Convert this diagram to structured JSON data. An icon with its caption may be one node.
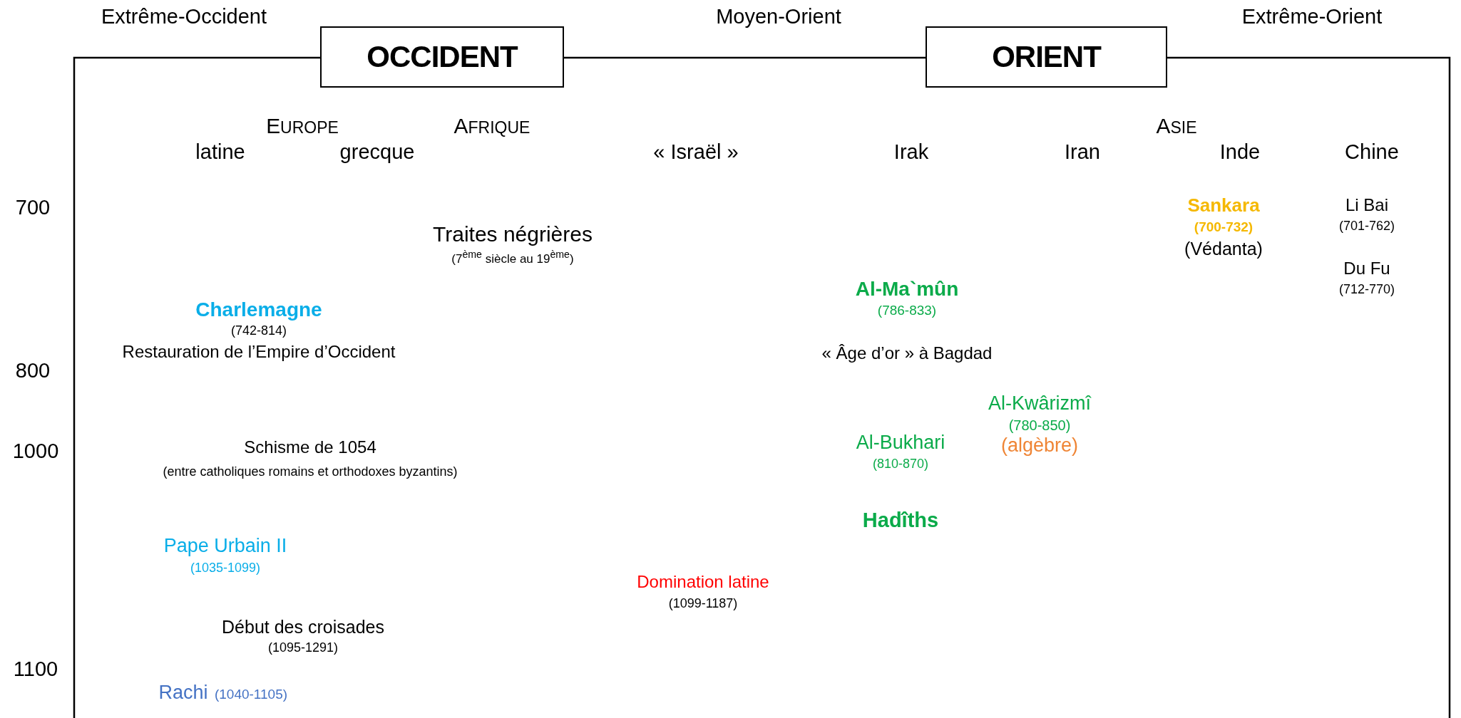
{
  "diagram": {
    "nodes": [
      {
        "text": [
          "OCCIDENT"
        ]
      },
      {
        "text": [
          "ORIENT"
        ]
      }
    ],
    "edges": [],
    "labels": [
      "Extrême-Occident",
      "Moyen-Orient",
      "Extrême-Orient",
      "EUROPE",
      "AFRIQUE",
      "ASIE",
      "latine",
      "grecque",
      "« Israël »",
      "Irak",
      "Iran",
      "Inde",
      "Chine",
      "700",
      "Sankara",
      "Li Bai",
      "(700-732)",
      "(701-762)",
      "Traites négrières",
      "(Védanta)",
      "(7$^{ème}$ siècle au 19$^{ème}$)",
      "Du Fu",
      "Al-Ma`mûn",
      "(712-770)",
      "Charlemagne",
      "(786-833)",
      "(742-814)",
      "Restauration de l’Empire d’Occident",
      "« Âge d’or » à Bagdad",
      "800",
      "Al-Kwârizmî",
      "(780-850)",
      "1000",
      "Schisme de 1054",
      "Al-Bukhari",
      "(algèbre)",
      "(entre catholiques romains et orthodoxes byzantins)",
      "(810-870)",
      "Hadîths",
      "Pape Urbain II",
      "(1035-1099)",
      "Domination latine",
      "(1099-1187)",
      "Début des croisades",
      "(1095-1291)",
      "1100",
      "Rachi",
      "(1040-1105)"
    ]
  }
}
